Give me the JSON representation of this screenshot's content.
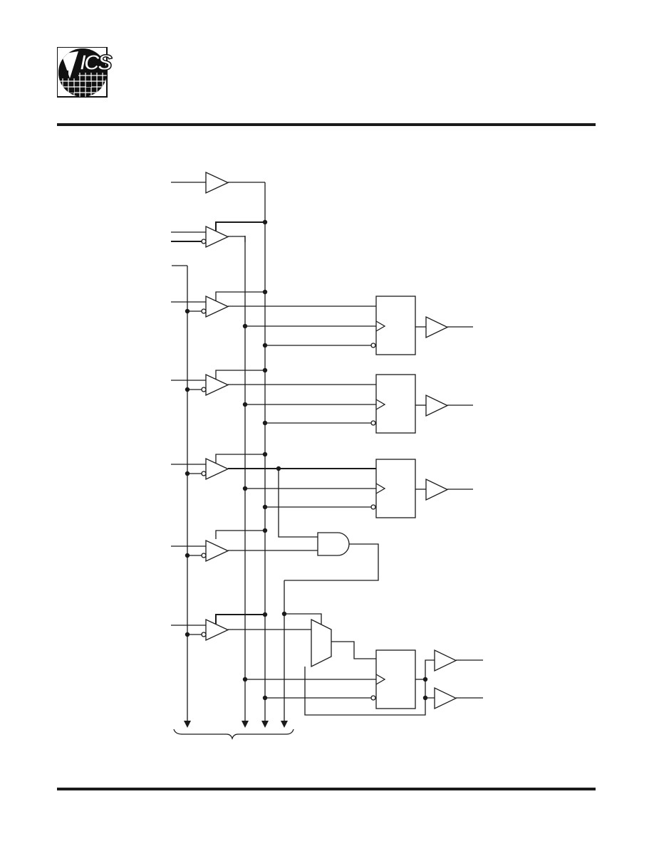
{
  "header": {
    "logo_text": "ICS",
    "colors": {
      "ink": "#1a1a1a",
      "paper": "#ffffff"
    }
  },
  "diagram": {
    "elements": [
      "input-buffer-1",
      "input-buffer-2",
      "input-buffer-3",
      "input-buffer-4",
      "input-buffer-5",
      "input-buffer-6",
      "input-buffer-7",
      "flip-flop-1",
      "flip-flop-2",
      "flip-flop-3",
      "flip-flop-4",
      "output-buffer-1",
      "output-buffer-2",
      "output-buffer-3",
      "output-buffer-4",
      "output-buffer-5",
      "and-gate",
      "multiplexer",
      "bus-arrows"
    ]
  }
}
